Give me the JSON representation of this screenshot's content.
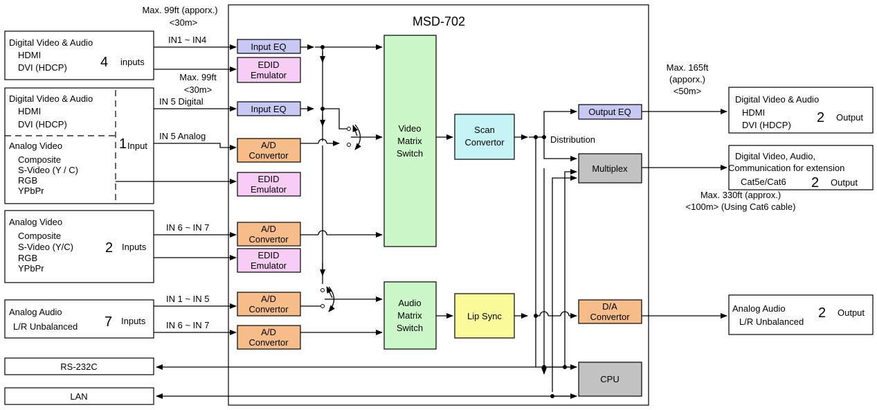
{
  "title": "MSD-702",
  "colors": {
    "eq": "#c8c8f5",
    "edid": "#f7cdf5",
    "ad": "#f6bd8a",
    "matrix": "#ccf7c8",
    "scan": "#c6f4f6",
    "lipsync": "#fbfb9c",
    "gray": "#c2c2c2",
    "line": "#000000"
  },
  "inputs": {
    "block1": {
      "heading": "Digital Video & Audio",
      "l1": "HDMI",
      "l2": "DVI (HDCP)",
      "count": "4",
      "unit": "inputs"
    },
    "block2": {
      "heading": "Digital Video & Audio",
      "l1": "HDMI",
      "l2": "DVI (HDCP)",
      "heading2": "Analog Video",
      "a1": "Composite",
      "a2": "S-Video (Y / C)",
      "a3": "RGB",
      "a4": "YPbPr",
      "count": "1",
      "unit": "Input"
    },
    "block3": {
      "heading": "Analog Video",
      "l1": "Composite",
      "l2": "S-Video (Y/C)",
      "l3": "RGB",
      "l4": "YPbPr",
      "count": "2",
      "unit": "Inputs"
    },
    "block4": {
      "heading": "Analog Audio",
      "l1": "L/R Unbalanced",
      "count": "7",
      "unit": "Inputs"
    },
    "rs232": "RS-232C",
    "lan": "LAN"
  },
  "signals": {
    "max99a": "Max. 99ft (apporx.)",
    "m30a": "<30m>",
    "in1in4": "IN1 ~ IN4",
    "max99b": "Max. 99ft",
    "m30b": "<30m>",
    "in5d": "IN 5  Digital",
    "in5a": "IN 5  Analog",
    "in6in7v": "IN 6 ~ IN 7",
    "in1in5": "IN 1 ~ IN 5",
    "in6in7a": "IN 6 ~ IN 7"
  },
  "blocks": {
    "inputEq1": "Input EQ",
    "edid1a": "EDID",
    "edid1b": "Emulator",
    "inputEq2": "Input EQ",
    "ad1a": "A/D",
    "ad1b": "Convertor",
    "edid2a": "EDID",
    "edid2b": "Emulator",
    "ad2a": "A/D",
    "ad2b": "Convertor",
    "edid3a": "EDID",
    "edid3b": "Emulator",
    "ad3a": "A/D",
    "ad3b": "Convertor",
    "ad4a": "A/D",
    "ad4b": "Convertor",
    "vmsA": "Video",
    "vmsB": "Matrix",
    "vmsC": "Switch",
    "amsA": "Audio",
    "amsB": "Matrix",
    "amsC": "Switch",
    "scanA": "Scan",
    "scanB": "Convertor",
    "lipSync": "Lip Sync",
    "outputEq": "Output EQ",
    "multiplex": "Multiplex",
    "daA": "D/A",
    "daB": "Convertor",
    "cpu": "CPU",
    "distribution": "Distribution"
  },
  "outputs": {
    "max165": "Max. 165ft",
    "apporx": "(apporx.)",
    "m50": "<50m>",
    "digital": {
      "heading": "Digital Video & Audio",
      "l1": "HDMI",
      "l2": "DVI (HDCP)",
      "count": "2",
      "unit": "Output"
    },
    "ext": {
      "l1": "Digital Video, Audio,",
      "l2": "Communication for extension",
      "l3": "Cat5e/Cat6",
      "count": "2",
      "unit": "Output"
    },
    "max330": "Max. 330ft (approx.)",
    "m100": "<100m> (Using Cat6 cable)",
    "audio": {
      "heading": "Analog Audio",
      "l1": "L/R Unbalanced",
      "count": "2",
      "unit": "Output"
    }
  }
}
